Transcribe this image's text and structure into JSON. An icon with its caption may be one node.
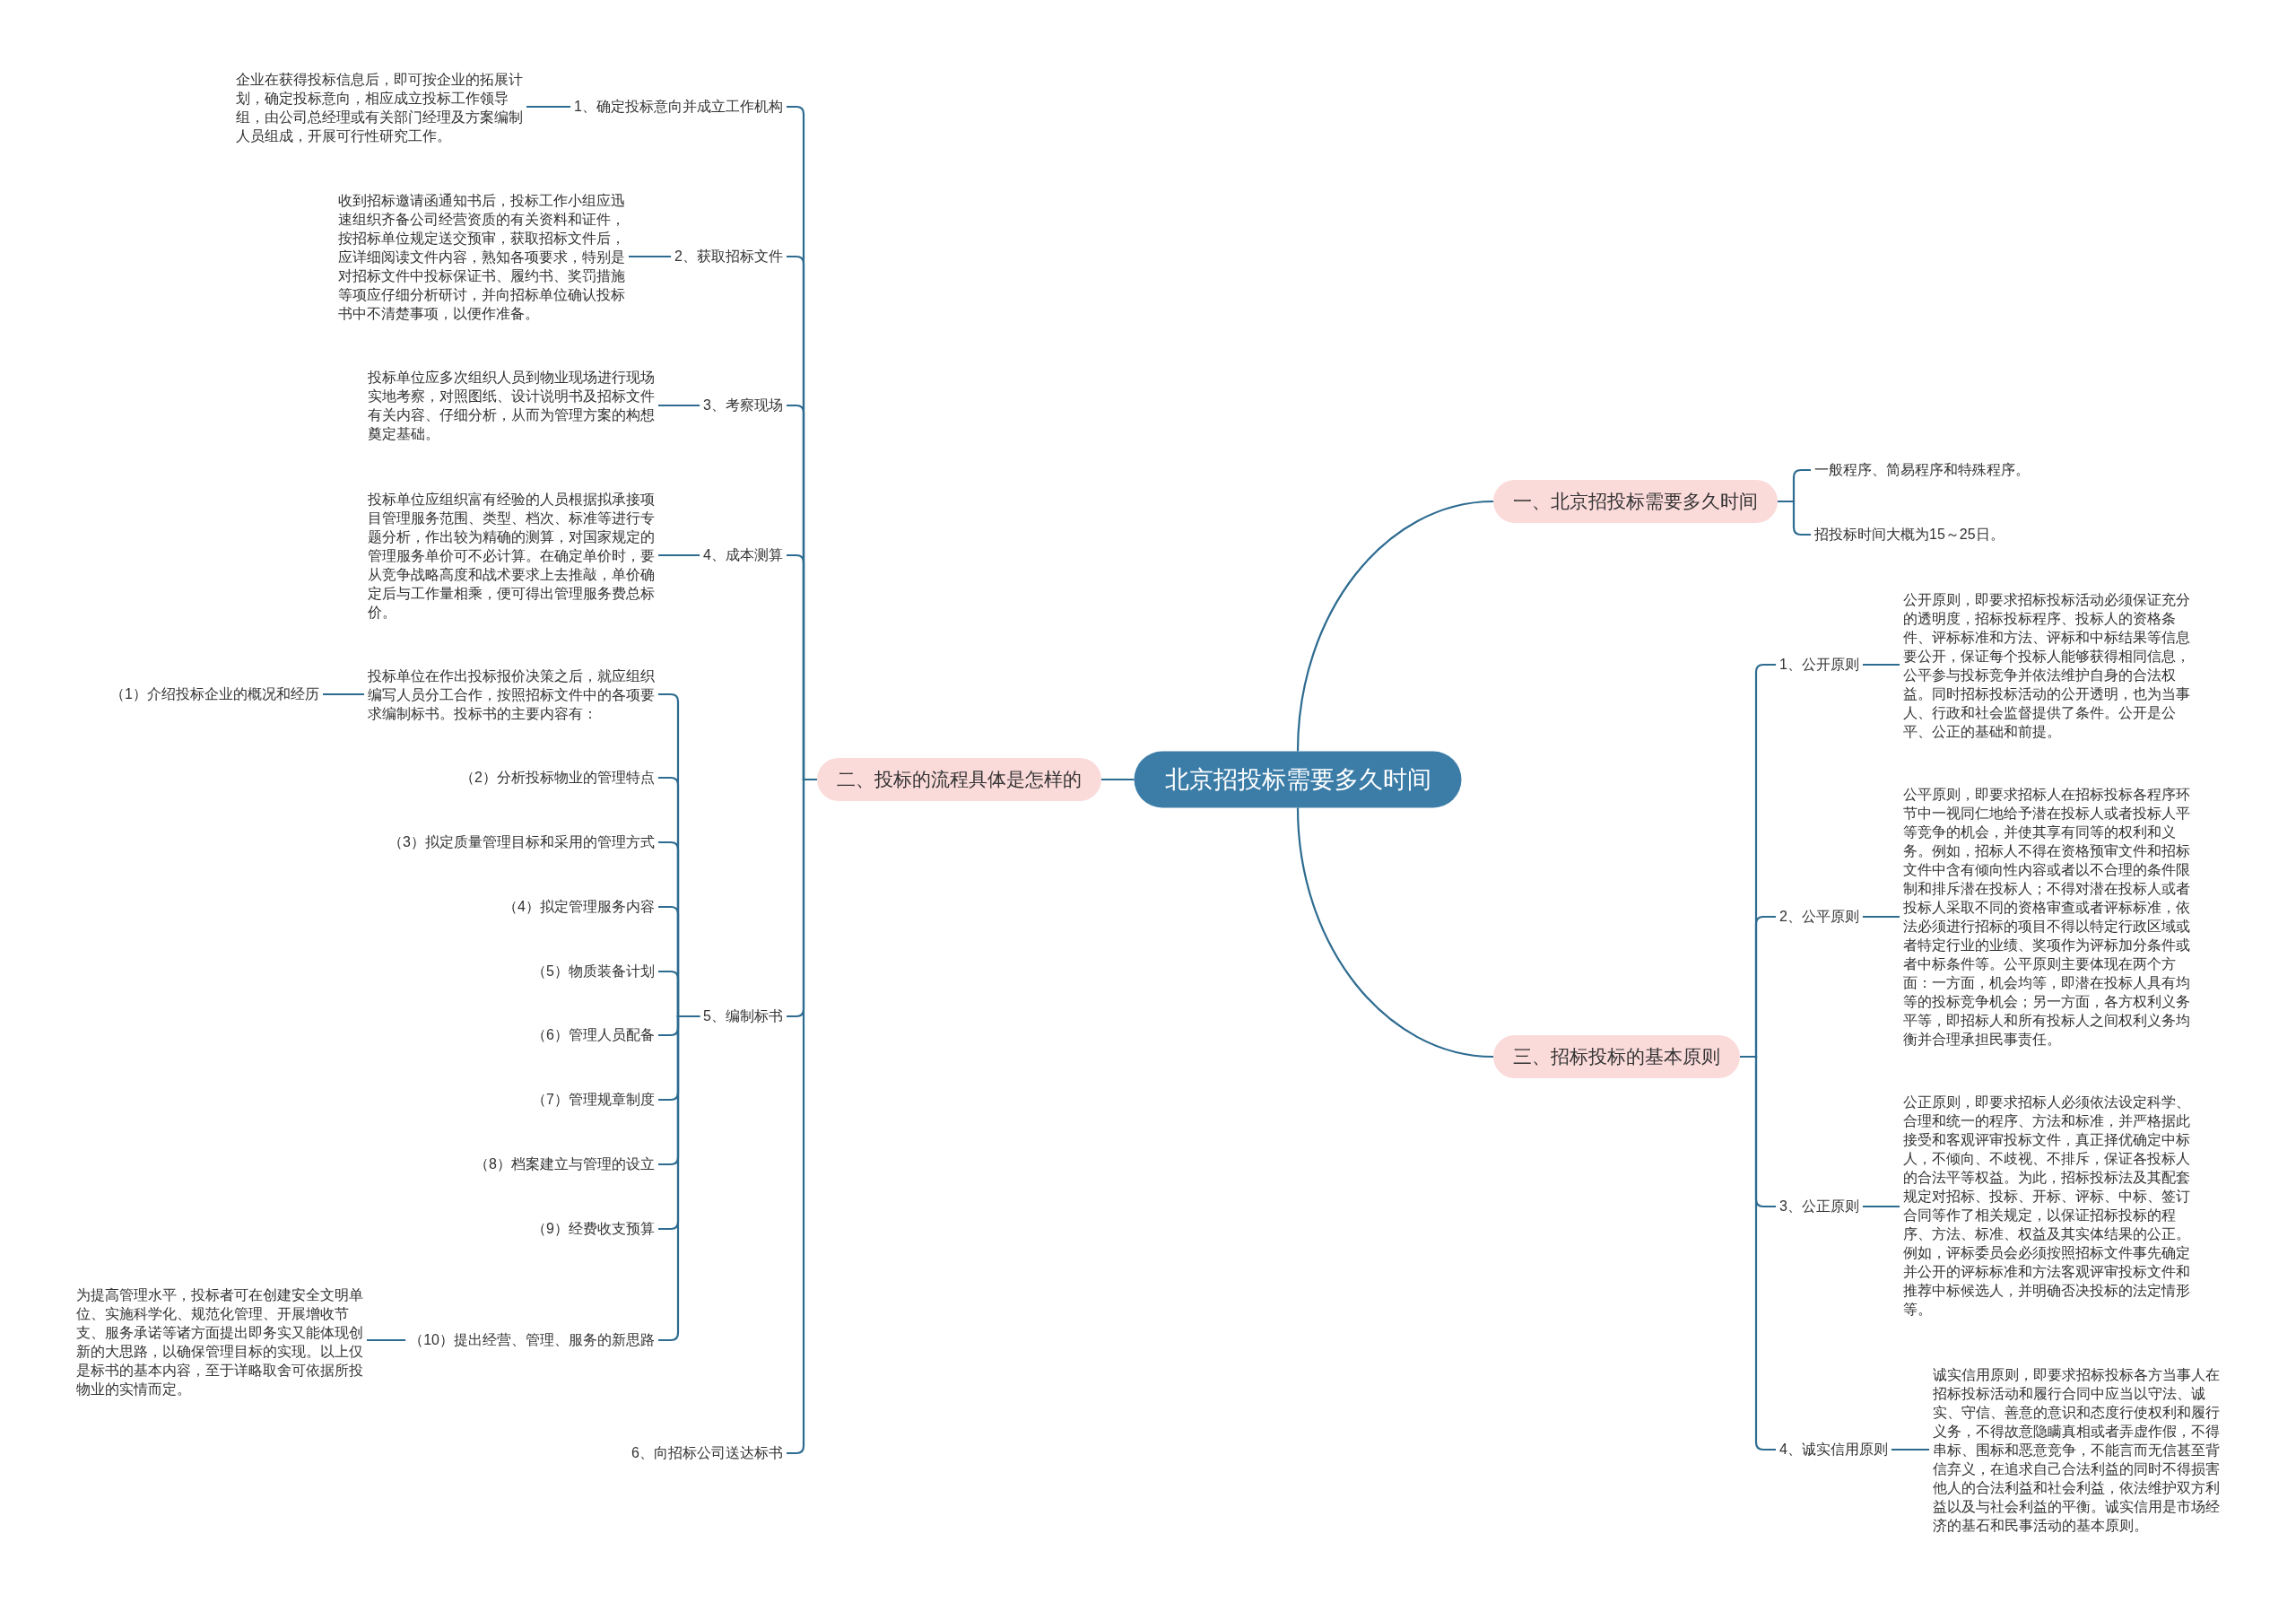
{
  "diagram": {
    "nodes": [
      {
        "text": [
          "北京招投标需要多久时间"
        ]
      },
      {
        "text": [
          "一、北京招投标需要多久时间"
        ]
      },
      {
        "text": [
          "一般程序、简易程序和特殊程序。"
        ]
      },
      {
        "text": [
          "招投标时间大概为15～25日。"
        ]
      },
      {
        "text": [
          "二、投标的流程具体是怎样的"
        ]
      },
      {
        "text": [
          "1、确定投标意向并成立工作机构"
        ]
      },
      {
        "text": [
          "企业在获得投标信息后，即可按企业的拓展计划，确定投标意向，相应成立投标工作领导组，由公司总经理或有关部门经理及方案编制人员组成，开展可行性研究工作。"
        ]
      },
      {
        "text": [
          "2、获取招标文件"
        ]
      },
      {
        "text": [
          "收到招标邀请函通知书后，投标工作小组应迅速组织齐备公司经营资质的有关资料和证件，按招标单位规定送交预审，获取招标文件后，应详细阅读文件内容，熟知各项要求，特别是对招标文件中投标保证书、履约书、奖罚措施等项应仔细分析研讨，并向招标单位确认投标书中不清楚事项，以便作准备。"
        ]
      },
      {
        "text": [
          "3、考察现场"
        ]
      },
      {
        "text": [
          "投标单位应多次组织人员到物业现场进行现场实地考察，对照图纸、设计说明书及招标文件有关内容、仔细分析，从而为管理方案的构想奠定基础。"
        ]
      },
      {
        "text": [
          "4、成本测算"
        ]
      },
      {
        "text": [
          "投标单位应组织富有经验的人员根据拟承接项目管理服务范围、类型、档次、标准等进行专题分析，作出较为精确的测算，对国家规定的管理服务单价可不必计算。在确定单价时，要从竞争战略高度和战术要求上去推敲，单价确定后与工作量相乘，便可得出管理服务费总标价。"
        ]
      },
      {
        "text": [
          "5、编制标书"
        ]
      },
      {
        "text": [
          "投标单位在作出投标报价决策之后，就应组织编写人员分工合作，按照招标文件中的各项要求编制标书。投标书的主要内容有："
        ]
      },
      {
        "text": [
          "（1）介绍投标企业的概况和经历"
        ]
      },
      {
        "text": [
          "（2）分析投标物业的管理特点"
        ]
      },
      {
        "text": [
          "（3）拟定质量管理目标和采用的管理方式"
        ]
      },
      {
        "text": [
          "（4）拟定管理服务内容"
        ]
      },
      {
        "text": [
          "（5）物质装备计划"
        ]
      },
      {
        "text": [
          "（6）管理人员配备"
        ]
      },
      {
        "text": [
          "（7）管理规章制度"
        ]
      },
      {
        "text": [
          "（8）档案建立与管理的设立"
        ]
      },
      {
        "text": [
          "（9）经费收支预算"
        ]
      },
      {
        "text": [
          "（10）提出经营、管理、服务的新思路"
        ]
      },
      {
        "text": [
          "为提高管理水平，投标者可在创建安全文明单位、实施科学化、规范化管理、开展增收节支、服务承诺等诸方面提出即务实又能体现创新的大思路，以确保管理目标的实现。以上仅是标书的基本内容，至于详略取舍可依据所投物业的实情而定。"
        ]
      },
      {
        "text": [
          "6、向招标公司送达标书"
        ]
      },
      {
        "text": [
          "三、招标投标的基本原则"
        ]
      },
      {
        "text": [
          "1、公开原则"
        ]
      },
      {
        "text": [
          "公开原则，即要求招标投标活动必须保证充分的透明度，招标投标程序、投标人的资格条件、评标标准和方法、评标和中标结果等信息要公开，保证每个投标人能够获得相同信息，公平参与投标竞争并依法维护自身的合法权益。同时招标投标活动的公开透明，也为当事人、行政和社会监督提供了条件。公开是公平、公正的基础和前提。"
        ]
      },
      {
        "text": [
          "2、公平原则"
        ]
      },
      {
        "text": [
          "公平原则，即要求招标人在招标投标各程序环节中一视同仁地给予潜在投标人或者投标人平等竞争的机会，并使其享有同等的权利和义务。例如，招标人不得在资格预审文件和招标文件中含有倾向性内容或者以不合理的条件限制和排斥潜在投标人；不得对潜在投标人或者投标人采取不同的资格审查或者评标标准，依法必须进行招标的项目不得以特定行政区域或者特定行业的业绩、奖项作为评标加分条件或者中标条件等。公平原则主要体现在两个方面：一方面，机会均等，即潜在投标人具有均等的投标竞争机会；另一方面，各方权利义务平等，即招标人和所有投标人之间权利义务均衡并合理承担民事责任。"
        ]
      },
      {
        "text": [
          "3、公正原则"
        ]
      },
      {
        "text": [
          "公正原则，即要求招标人必须依法设定科学、合理和统一的程序、方法和标准，并严格据此接受和客观评审投标文件，真正择优确定中标人，不倾向、不歧视、不排斥，保证各投标人的合法平等权益。为此，招标投标法及其配套规定对招标、投标、开标、评标、中标、签订合同等作了相关规定，以保证招标投标的程序、方法、标准、权益及其实体结果的公正。例如，评标委员会必须按照招标文件事先确定并公开的评标标准和方法客观评审投标文件和推荐中标候选人，并明确否决投标的法定情形等。"
        ]
      },
      {
        "text": [
          "4、诚实信用原则"
        ]
      },
      {
        "text": [
          "诚实信用原则，即要求招标投标各方当事人在招标投标活动和履行合同中应当以守法、诚实、守信、善意的意识和态度行使权利和履行义务，不得故意隐瞒真相或者弄虚作假，不得串标、围标和恶意竞争，不能言而无信甚至背信弃义，在追求自己合法利益的同时不得损害他人的合法利益和社会利益，依法维护双方利益以及与社会利益的平衡。诚实信用是市场经济的基石和民事活动的基本原则。"
        ]
      }
    ],
    "edges": [
      {
        "from": 0,
        "to": 1,
        "arrow": "none"
      },
      {
        "from": 0,
        "to": 4,
        "arrow": "none"
      },
      {
        "from": 0,
        "to": 27,
        "arrow": "none"
      },
      {
        "from": 1,
        "to": 2,
        "arrow": "none"
      },
      {
        "from": 1,
        "to": 3,
        "arrow": "none"
      },
      {
        "from": 4,
        "to": 5,
        "arrow": "none"
      },
      {
        "from": 4,
        "to": 7,
        "arrow": "none"
      },
      {
        "from": 4,
        "to": 9,
        "arrow": "none"
      },
      {
        "from": 4,
        "to": 11,
        "arrow": "none"
      },
      {
        "from": 4,
        "to": 13,
        "arrow": "none"
      },
      {
        "from": 4,
        "to": 26,
        "arrow": "none"
      },
      {
        "from": 5,
        "to": 6,
        "arrow": "none"
      },
      {
        "from": 7,
        "to": 8,
        "arrow": "none"
      },
      {
        "from": 9,
        "to": 10,
        "arrow": "none"
      },
      {
        "from": 11,
        "to": 12,
        "arrow": "none"
      },
      {
        "from": 13,
        "to": 14,
        "arrow": "none"
      },
      {
        "from": 13,
        "to": 16,
        "arrow": "none"
      },
      {
        "from": 13,
        "to": 17,
        "arrow": "none"
      },
      {
        "from": 13,
        "to": 18,
        "arrow": "none"
      },
      {
        "from": 13,
        "to": 19,
        "arrow": "none"
      },
      {
        "from": 13,
        "to": 20,
        "arrow": "none"
      },
      {
        "from": 13,
        "to": 21,
        "arrow": "none"
      },
      {
        "from": 13,
        "to": 22,
        "arrow": "none"
      },
      {
        "from": 13,
        "to": 23,
        "arrow": "none"
      },
      {
        "from": 13,
        "to": 24,
        "arrow": "none"
      },
      {
        "from": 14,
        "to": 15,
        "arrow": "none"
      },
      {
        "from": 24,
        "to": 25,
        "arrow": "none"
      },
      {
        "from": 27,
        "to": 28,
        "arrow": "none"
      },
      {
        "from": 27,
        "to": 30,
        "arrow": "none"
      },
      {
        "from": 27,
        "to": 32,
        "arrow": "none"
      },
      {
        "from": 27,
        "to": 34,
        "arrow": "none"
      },
      {
        "from": 28,
        "to": 29,
        "arrow": "none"
      },
      {
        "from": 30,
        "to": 31,
        "arrow": "none"
      },
      {
        "from": 32,
        "to": 33,
        "arrow": "none"
      },
      {
        "from": 34,
        "to": 35,
        "arrow": "none"
      }
    ]
  }
}
